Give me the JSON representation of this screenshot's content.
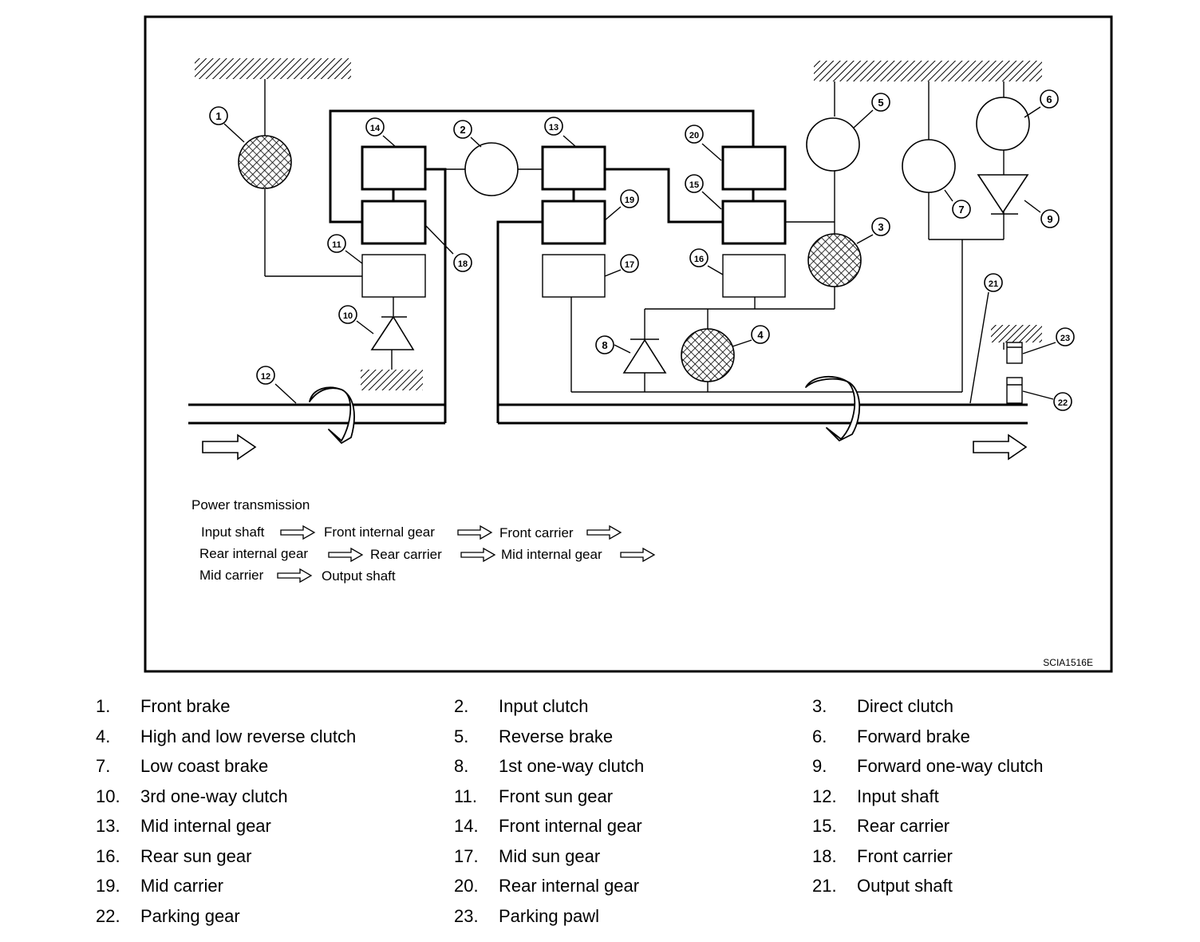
{
  "diagram": {
    "code": "SCIA1516E",
    "callouts": [
      "1",
      "2",
      "3",
      "4",
      "5",
      "6",
      "7",
      "8",
      "9",
      "10",
      "11",
      "12",
      "13",
      "14",
      "15",
      "16",
      "17",
      "18",
      "19",
      "20",
      "21",
      "22",
      "23"
    ],
    "power_transmission": {
      "title": "Power transmission",
      "rows": [
        [
          "Input shaft",
          "Front internal gear",
          "Front carrier"
        ],
        [
          "Rear internal gear",
          "Rear carrier",
          "Mid internal gear"
        ],
        [
          "Mid carrier",
          "Output shaft"
        ]
      ]
    }
  },
  "legend": [
    [
      {
        "num": "1.",
        "label": "Front brake"
      },
      {
        "num": "2.",
        "label": "Input clutch"
      },
      {
        "num": "3.",
        "label": "Direct clutch"
      }
    ],
    [
      {
        "num": "4.",
        "label": "High and low reverse clutch"
      },
      {
        "num": "5.",
        "label": "Reverse brake"
      },
      {
        "num": "6.",
        "label": "Forward brake"
      }
    ],
    [
      {
        "num": "7.",
        "label": "Low coast brake"
      },
      {
        "num": "8.",
        "label": "1st one-way clutch"
      },
      {
        "num": "9.",
        "label": "Forward one-way clutch"
      }
    ],
    [
      {
        "num": "10.",
        "label": "3rd one-way clutch"
      },
      {
        "num": "11.",
        "label": "Front sun gear"
      },
      {
        "num": "12.",
        "label": "Input shaft"
      }
    ],
    [
      {
        "num": "13.",
        "label": "Mid internal gear"
      },
      {
        "num": "14.",
        "label": "Front internal gear"
      },
      {
        "num": "15.",
        "label": "Rear carrier"
      }
    ],
    [
      {
        "num": "16.",
        "label": "Rear sun gear"
      },
      {
        "num": "17.",
        "label": "Mid sun gear"
      },
      {
        "num": "18.",
        "label": "Front carrier"
      }
    ],
    [
      {
        "num": "19.",
        "label": "Mid carrier"
      },
      {
        "num": "20.",
        "label": "Rear internal gear"
      },
      {
        "num": "21.",
        "label": "Output shaft"
      }
    ],
    [
      {
        "num": "22.",
        "label": "Parking gear"
      },
      {
        "num": "23.",
        "label": "Parking pawl"
      }
    ]
  ]
}
